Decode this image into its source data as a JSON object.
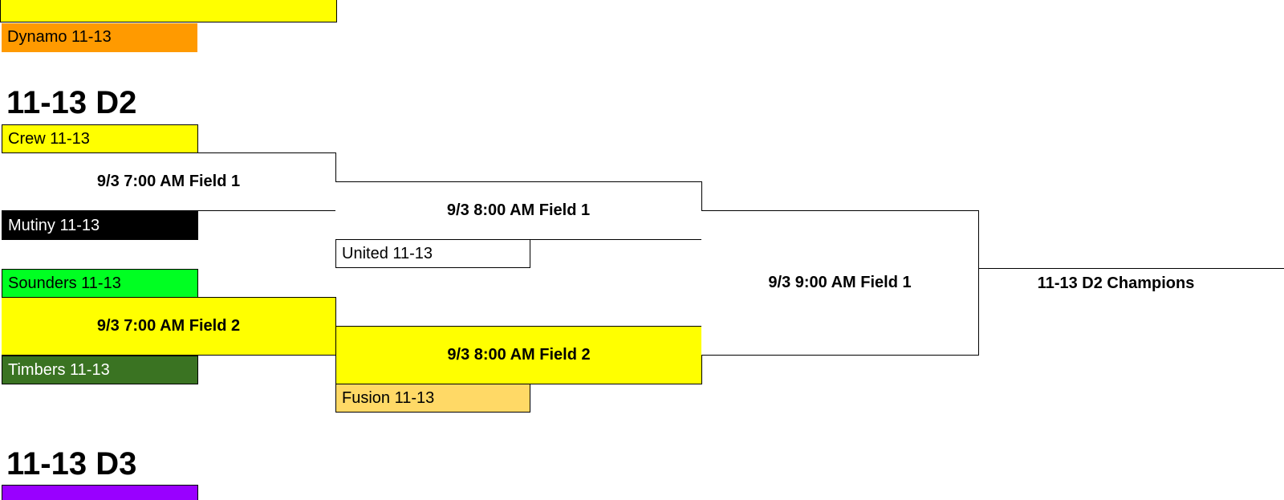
{
  "top_section": {
    "last_team": {
      "name": "Dynamo 11-13",
      "color": "#ff9a00"
    },
    "banner_color": "#ffff00"
  },
  "d2": {
    "title": "11-13 D2",
    "teams": [
      {
        "name": "Crew 11-13",
        "color": "#ffff00",
        "text_color": "#000000"
      },
      {
        "name": "Mutiny 11-13",
        "color": "#000000",
        "text_color": "#ffffff"
      },
      {
        "name": "United 11-13",
        "color": "#ffffff",
        "text_color": "#000000"
      },
      {
        "name": "Sounders 11-13",
        "color": "#00ff22",
        "text_color": "#000000"
      },
      {
        "name": "Timbers 11-13",
        "color": "#3a7322",
        "text_color": "#ffffff"
      },
      {
        "name": "Fusion 11-13",
        "color": "#ffd966",
        "text_color": "#000000"
      }
    ],
    "matches": [
      {
        "label": "9/3 7:00 AM Field 1",
        "color": "#ffffff"
      },
      {
        "label": "9/3 7:00 AM Field 2",
        "color": "#ffff00"
      },
      {
        "label": "9/3 8:00 AM Field 1",
        "color": "#ffffff"
      },
      {
        "label": "9/3 8:00 AM Field 2",
        "color": "#ffff00"
      },
      {
        "label": "9/3 9:00 AM Field 1",
        "color": "#ffffff"
      }
    ],
    "champion_label": "11-13 D2 Champions"
  },
  "d3": {
    "title": "11-13 D3",
    "first_team_color": "#9900ff"
  }
}
